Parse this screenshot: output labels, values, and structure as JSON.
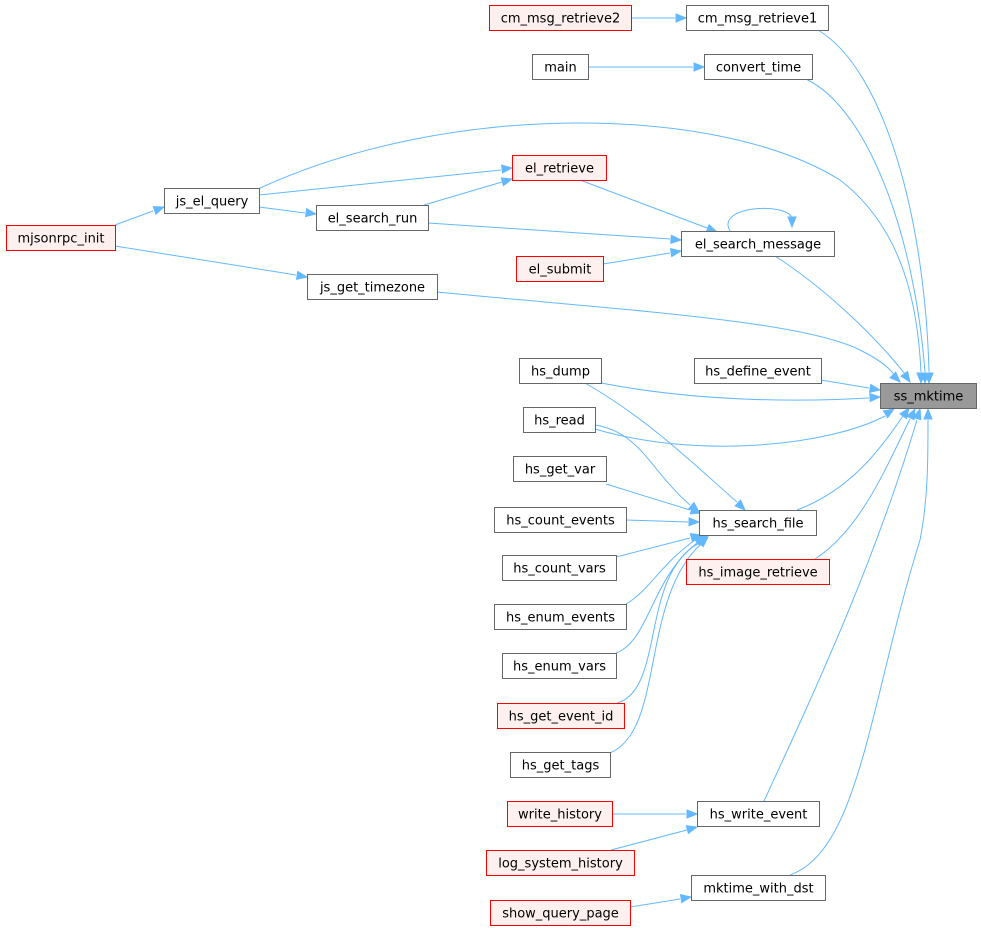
{
  "colors": {
    "edge": "#63b8ff",
    "node_border": "#666666",
    "node_fill": "#ffffff",
    "truncated_border": "#ff0000",
    "truncated_fill": "#fff0f0",
    "target_fill": "#999999"
  },
  "graph": {
    "target": "ss_mktime",
    "nodes": [
      {
        "id": "cm_msg_retrieve2",
        "label": "cm_msg_retrieve2",
        "style": "truncated"
      },
      {
        "id": "cm_msg_retrieve1",
        "label": "cm_msg_retrieve1",
        "style": "normal"
      },
      {
        "id": "main",
        "label": "main",
        "style": "normal"
      },
      {
        "id": "convert_time",
        "label": "convert_time",
        "style": "normal"
      },
      {
        "id": "el_retrieve",
        "label": "el_retrieve",
        "style": "truncated"
      },
      {
        "id": "js_el_query",
        "label": "js_el_query",
        "style": "normal"
      },
      {
        "id": "el_search_run",
        "label": "el_search_run",
        "style": "normal"
      },
      {
        "id": "mjsonrpc_init",
        "label": "mjsonrpc_init",
        "style": "truncated"
      },
      {
        "id": "el_search_message",
        "label": "el_search_message",
        "style": "normal"
      },
      {
        "id": "el_submit",
        "label": "el_submit",
        "style": "truncated"
      },
      {
        "id": "js_get_timezone",
        "label": "js_get_timezone",
        "style": "normal"
      },
      {
        "id": "hs_dump",
        "label": "hs_dump",
        "style": "normal"
      },
      {
        "id": "hs_define_event",
        "label": "hs_define_event",
        "style": "normal"
      },
      {
        "id": "ss_mktime",
        "label": "ss_mktime",
        "style": "target"
      },
      {
        "id": "hs_read",
        "label": "hs_read",
        "style": "normal"
      },
      {
        "id": "hs_get_var",
        "label": "hs_get_var",
        "style": "normal"
      },
      {
        "id": "hs_count_events",
        "label": "hs_count_events",
        "style": "normal"
      },
      {
        "id": "hs_search_file",
        "label": "hs_search_file",
        "style": "normal"
      },
      {
        "id": "hs_count_vars",
        "label": "hs_count_vars",
        "style": "normal"
      },
      {
        "id": "hs_image_retrieve",
        "label": "hs_image_retrieve",
        "style": "truncated"
      },
      {
        "id": "hs_enum_events",
        "label": "hs_enum_events",
        "style": "normal"
      },
      {
        "id": "hs_enum_vars",
        "label": "hs_enum_vars",
        "style": "normal"
      },
      {
        "id": "hs_get_event_id",
        "label": "hs_get_event_id",
        "style": "truncated"
      },
      {
        "id": "hs_get_tags",
        "label": "hs_get_tags",
        "style": "normal"
      },
      {
        "id": "write_history",
        "label": "write_history",
        "style": "truncated"
      },
      {
        "id": "hs_write_event",
        "label": "hs_write_event",
        "style": "normal"
      },
      {
        "id": "log_system_history",
        "label": "log_system_history",
        "style": "truncated"
      },
      {
        "id": "mktime_with_dst",
        "label": "mktime_with_dst",
        "style": "normal"
      },
      {
        "id": "show_query_page",
        "label": "show_query_page",
        "style": "truncated"
      }
    ],
    "edges": [
      {
        "from": "cm_msg_retrieve2",
        "to": "cm_msg_retrieve1"
      },
      {
        "from": "cm_msg_retrieve1",
        "to": "ss_mktime"
      },
      {
        "from": "main",
        "to": "convert_time"
      },
      {
        "from": "convert_time",
        "to": "ss_mktime"
      },
      {
        "from": "js_el_query",
        "to": "ss_mktime"
      },
      {
        "from": "js_el_query",
        "to": "el_retrieve"
      },
      {
        "from": "js_el_query",
        "to": "el_search_run"
      },
      {
        "from": "el_search_run",
        "to": "el_retrieve"
      },
      {
        "from": "el_search_run",
        "to": "el_search_message"
      },
      {
        "from": "el_retrieve",
        "to": "el_search_message"
      },
      {
        "from": "el_submit",
        "to": "el_search_message"
      },
      {
        "from": "el_search_message",
        "to": "el_search_message"
      },
      {
        "from": "el_search_message",
        "to": "ss_mktime"
      },
      {
        "from": "mjsonrpc_init",
        "to": "js_el_query"
      },
      {
        "from": "mjsonrpc_init",
        "to": "js_get_timezone"
      },
      {
        "from": "js_get_timezone",
        "to": "ss_mktime"
      },
      {
        "from": "hs_define_event",
        "to": "ss_mktime"
      },
      {
        "from": "hs_dump",
        "to": "ss_mktime"
      },
      {
        "from": "hs_dump",
        "to": "hs_search_file"
      },
      {
        "from": "hs_read",
        "to": "ss_mktime"
      },
      {
        "from": "hs_read",
        "to": "hs_search_file"
      },
      {
        "from": "hs_get_var",
        "to": "hs_search_file"
      },
      {
        "from": "hs_count_events",
        "to": "hs_search_file"
      },
      {
        "from": "hs_count_vars",
        "to": "hs_search_file"
      },
      {
        "from": "hs_enum_events",
        "to": "hs_search_file"
      },
      {
        "from": "hs_enum_vars",
        "to": "hs_search_file"
      },
      {
        "from": "hs_get_event_id",
        "to": "hs_search_file"
      },
      {
        "from": "hs_get_tags",
        "to": "hs_search_file"
      },
      {
        "from": "hs_search_file",
        "to": "ss_mktime"
      },
      {
        "from": "hs_image_retrieve",
        "to": "ss_mktime"
      },
      {
        "from": "hs_write_event",
        "to": "ss_mktime"
      },
      {
        "from": "write_history",
        "to": "hs_write_event"
      },
      {
        "from": "log_system_history",
        "to": "hs_write_event"
      },
      {
        "from": "mktime_with_dst",
        "to": "ss_mktime"
      },
      {
        "from": "show_query_page",
        "to": "mktime_with_dst"
      }
    ]
  }
}
